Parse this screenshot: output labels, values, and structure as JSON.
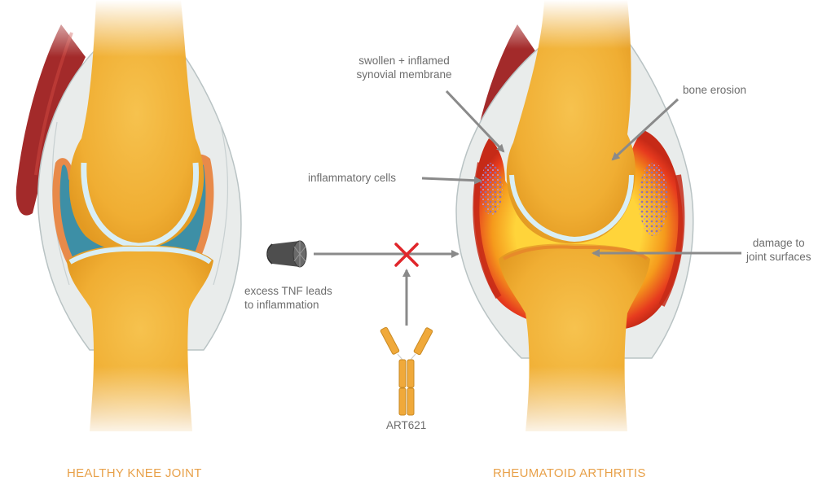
{
  "colors": {
    "title": "#e8a14a",
    "label": "#6d6d6d",
    "arrow": "#8a8a8a",
    "block": "#e0262b",
    "bone": "#f2b23a",
    "cartilage": "#d9eef5",
    "synovial_fluid": "#3d8fa6",
    "capsule": "#e9eceb",
    "muscle": "#a32a2a",
    "inflamed_outer": "#e63a1e",
    "inflamed_mid": "#f28a1c",
    "inflamed_inner": "#ffd43a",
    "inflammatory_cells": "#8c6bb5",
    "antibody": "#f0a93a"
  },
  "titles": {
    "healthy": "HEALTHY KNEE JOINT",
    "ra": "RHEUMATOID ARTHRITIS"
  },
  "labels": {
    "swollen_line1": "swollen + inflamed",
    "swollen_line2": "synovial membrane",
    "bone_erosion": "bone erosion",
    "inflammatory_cells": "inflammatory cells",
    "damage_line1": "damage to",
    "damage_line2": "joint surfaces",
    "tnf_line1": "excess TNF leads",
    "tnf_line2": "to inflammation",
    "antibody": "ART621"
  },
  "icons": {
    "tnf": "tnf-molecule-icon",
    "block": "block-x-icon",
    "antibody": "antibody-icon"
  }
}
